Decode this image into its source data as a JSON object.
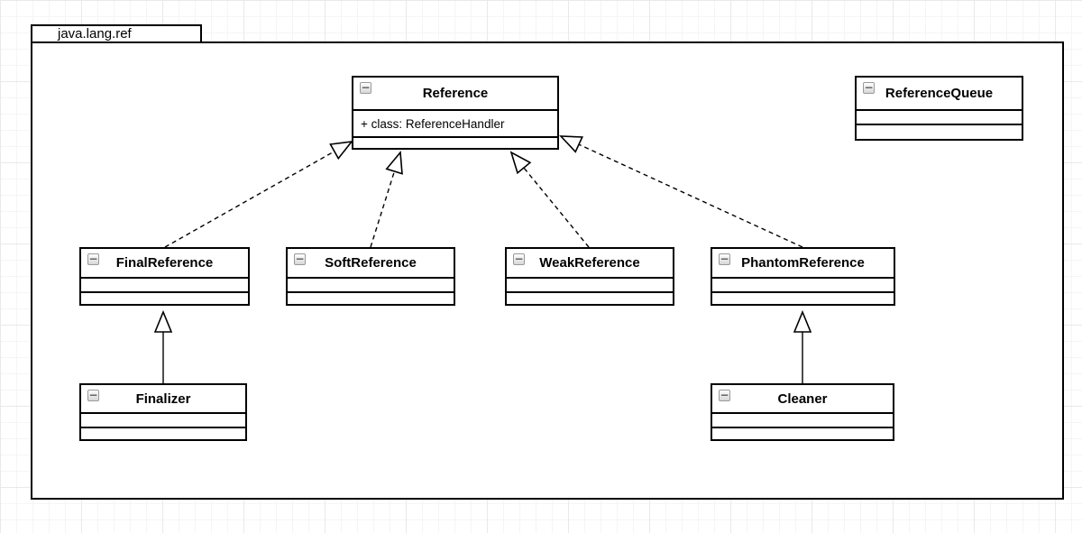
{
  "package": {
    "name": "java.lang.ref"
  },
  "icons": {
    "collapse": "−"
  },
  "classes": {
    "reference": {
      "name": "Reference",
      "attributes": [
        "+ class: ReferenceHandler"
      ]
    },
    "referenceQueue": {
      "name": "ReferenceQueue",
      "attributes": []
    },
    "finalReference": {
      "name": "FinalReference",
      "attributes": []
    },
    "softReference": {
      "name": "SoftReference",
      "attributes": []
    },
    "weakReference": {
      "name": "WeakReference",
      "attributes": []
    },
    "phantomReference": {
      "name": "PhantomReference",
      "attributes": []
    },
    "finalizer": {
      "name": "Finalizer",
      "attributes": []
    },
    "cleaner": {
      "name": "Cleaner",
      "attributes": []
    }
  },
  "relationships": [
    {
      "from": "FinalReference",
      "to": "Reference",
      "type": "generalization",
      "line": "dashed"
    },
    {
      "from": "SoftReference",
      "to": "Reference",
      "type": "generalization",
      "line": "dashed"
    },
    {
      "from": "WeakReference",
      "to": "Reference",
      "type": "generalization",
      "line": "dashed"
    },
    {
      "from": "PhantomReference",
      "to": "Reference",
      "type": "generalization",
      "line": "dashed"
    },
    {
      "from": "Finalizer",
      "to": "FinalReference",
      "type": "generalization",
      "line": "solid"
    },
    {
      "from": "Cleaner",
      "to": "PhantomReference",
      "type": "generalization",
      "line": "solid"
    }
  ]
}
